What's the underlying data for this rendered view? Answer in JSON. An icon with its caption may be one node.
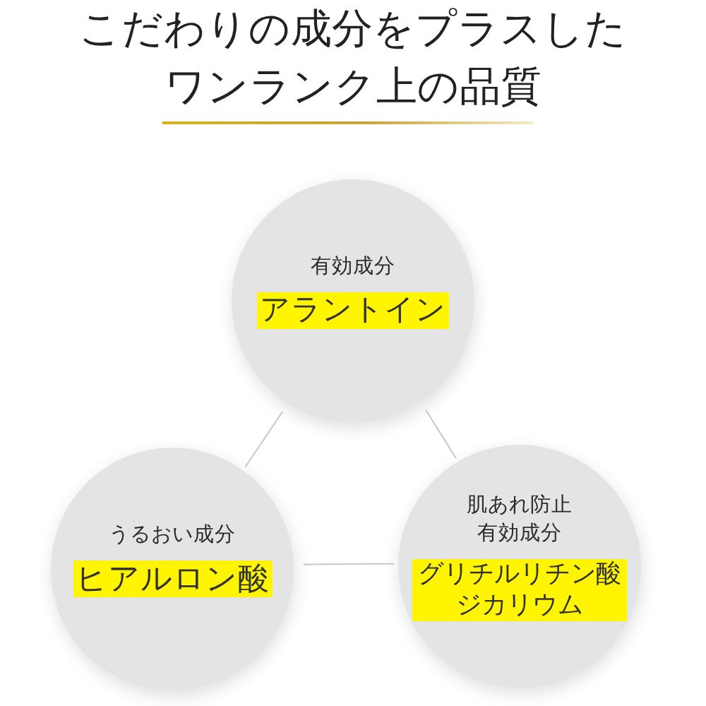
{
  "diagram": {
    "title": "こだわりの成分をプラスしたワンランク上の品質",
    "nodes": [
      {
        "text": [
          "有効成分",
          "アラントイン"
        ]
      },
      {
        "text": [
          "うるおい成分",
          "ヒアルロン酸"
        ]
      },
      {
        "text": [
          "肌あれ防止有効成分",
          "グリチルリチン酸ジカリウム"
        ]
      }
    ],
    "edges": [
      {
        "from": 0,
        "to": 1,
        "arrow": "none"
      },
      {
        "from": 0,
        "to": 2,
        "arrow": "none"
      },
      {
        "from": 1,
        "to": 2,
        "arrow": "none"
      }
    ]
  }
}
